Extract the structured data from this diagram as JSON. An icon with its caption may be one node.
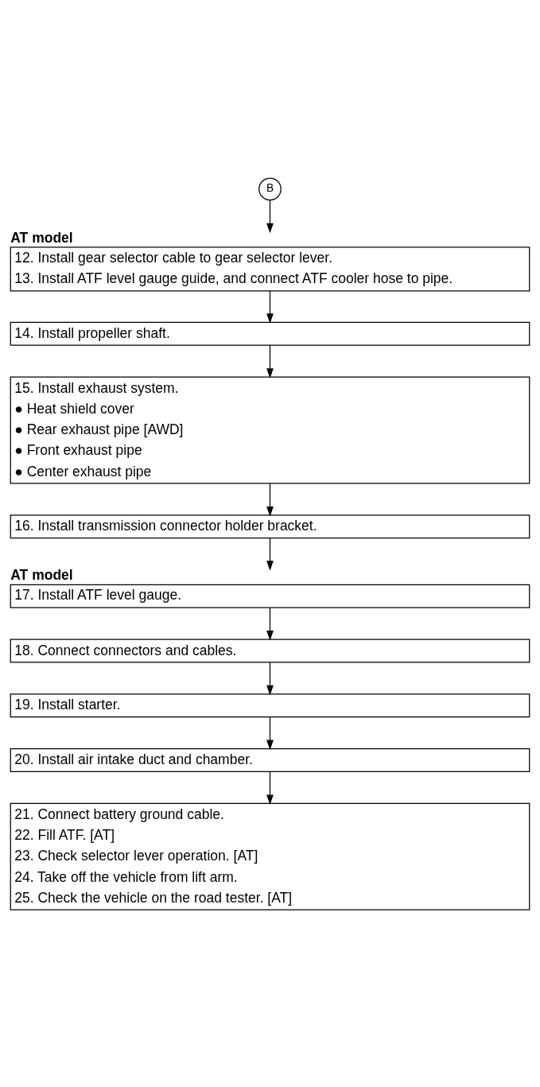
{
  "diagram": {
    "nodes": [
      {
        "text": [
          "B"
        ]
      },
      {
        "text": [
          "AT model",
          "12. Install gear selector cable to gear selector lever.",
          "13. Install ATF level gauge guide, and connect ATF cooler hose to pipe."
        ]
      },
      {
        "text": [
          "14. Install propeller shaft."
        ]
      },
      {
        "text": [
          "15. Install exhaust system.",
          "● Heat shield cover",
          "● Rear exhaust pipe [AWD]",
          "● Front exhaust pipe",
          "● Center exhaust pipe"
        ]
      },
      {
        "text": [
          "16. Install transmission connector holder bracket."
        ]
      },
      {
        "text": [
          "AT model",
          "17. Install ATF level gauge."
        ]
      },
      {
        "text": [
          "18. Connect connectors and cables."
        ]
      },
      {
        "text": [
          "19. Install starter."
        ]
      },
      {
        "text": [
          "20. Install air intake duct and chamber."
        ]
      },
      {
        "text": [
          "21. Connect battery ground cable.",
          "22. Fill ATF. [AT]",
          "23. Check selector lever operation. [AT]",
          "24. Take off the vehicle from lift arm.",
          "25. Check the vehicle on the road tester. [AT]"
        ]
      }
    ],
    "edges": [
      {
        "from": 0,
        "to": 1,
        "arrow": "to"
      },
      {
        "from": 1,
        "to": 2,
        "arrow": "to"
      },
      {
        "from": 2,
        "to": 3,
        "arrow": "to"
      },
      {
        "from": 3,
        "to": 4,
        "arrow": "to"
      },
      {
        "from": 4,
        "to": 5,
        "arrow": "to"
      },
      {
        "from": 5,
        "to": 6,
        "arrow": "to"
      },
      {
        "from": 6,
        "to": 7,
        "arrow": "to"
      },
      {
        "from": 7,
        "to": 8,
        "arrow": "to"
      },
      {
        "from": 8,
        "to": 9,
        "arrow": "to"
      }
    ]
  }
}
